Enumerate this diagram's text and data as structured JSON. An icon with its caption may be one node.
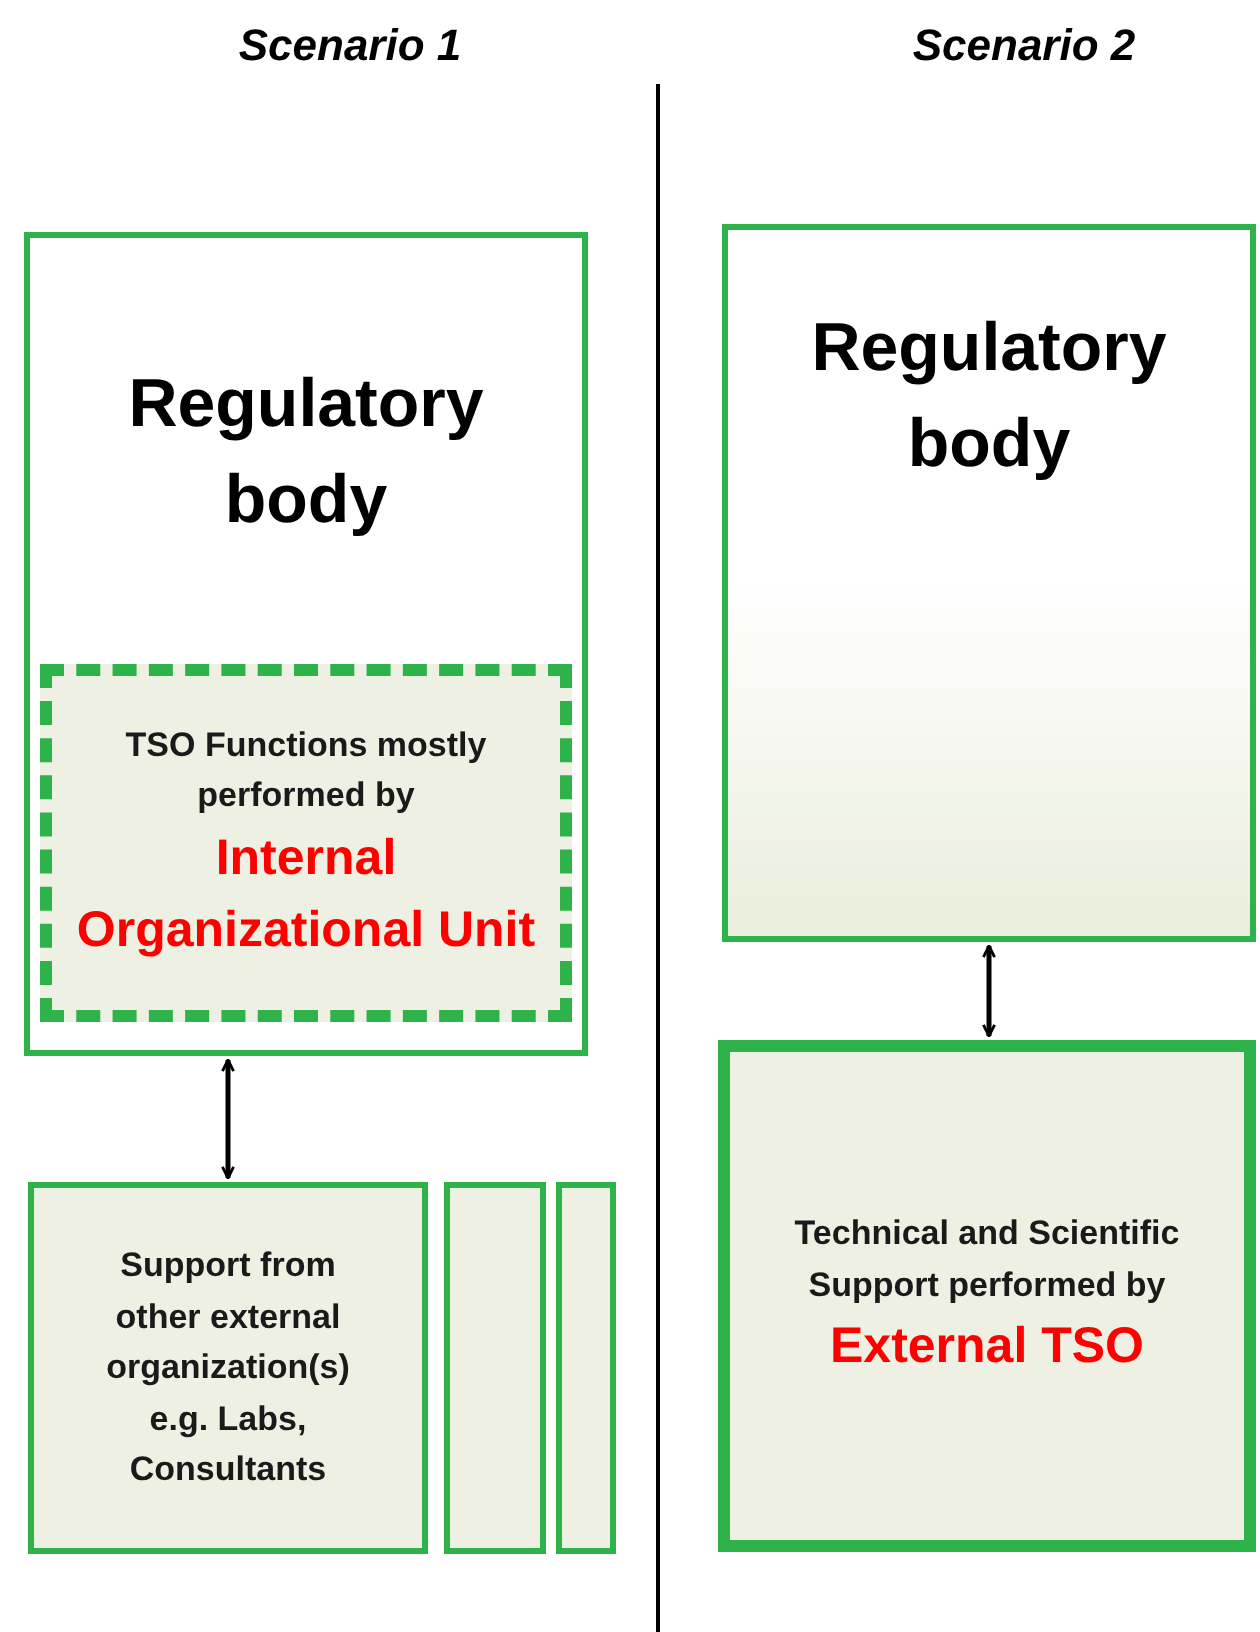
{
  "diagram": {
    "nodes": [
      {
        "text": [
          "Regulatory body"
        ]
      },
      {
        "text": [
          "TSO Functions mostly performed by",
          "Internal Organizational Unit"
        ],
        "in": 0
      },
      {
        "text": [
          "Support from other external organization(s) e.g. Labs, Consultants"
        ]
      },
      {
        "text": [],
        "shape": "box"
      },
      {
        "text": [],
        "shape": "box"
      },
      {
        "text": [
          "Regulatory body"
        ]
      },
      {
        "text": [
          "Technical and Scientific Support performed by",
          "External TSO"
        ]
      }
    ],
    "edges": [
      {
        "from": 0,
        "to": 2,
        "arrow": "both"
      },
      {
        "from": 5,
        "to": 6,
        "arrow": "both"
      }
    ],
    "labels": [
      "Scenario 1",
      "Scenario 2"
    ]
  }
}
